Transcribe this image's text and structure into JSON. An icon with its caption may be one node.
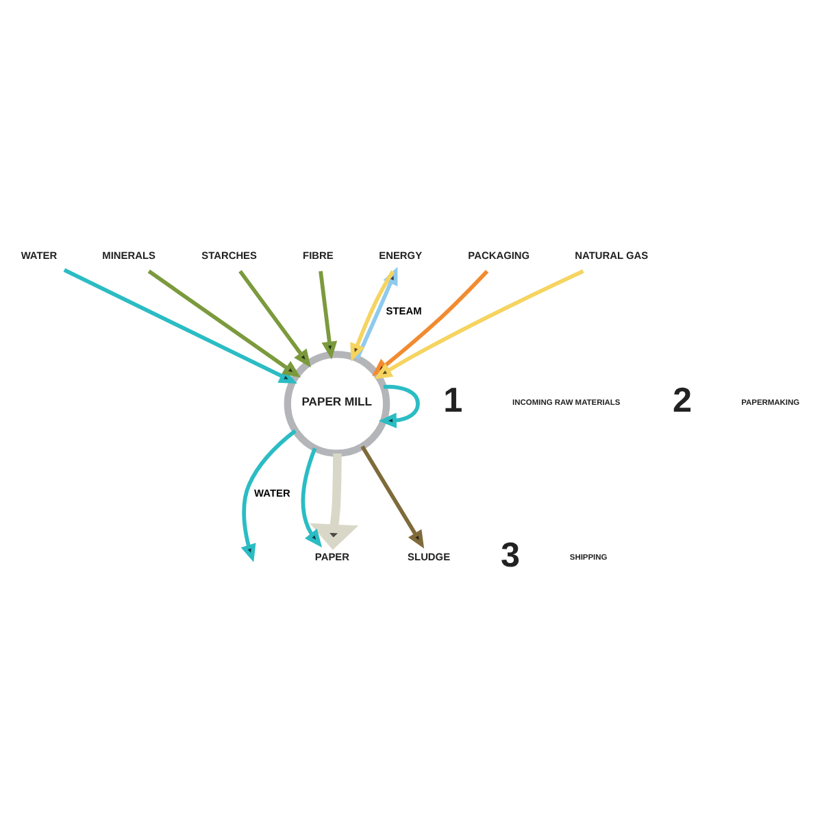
{
  "diagram": {
    "nodes": [
      {
        "text": [
          "WATER"
        ]
      },
      {
        "text": [
          "MINERALS"
        ]
      },
      {
        "text": [
          "STARCHES"
        ]
      },
      {
        "text": [
          "FIBRE"
        ]
      },
      {
        "text": [
          "PAPER MILL"
        ]
      },
      {
        "text": [
          "PACKAGING"
        ]
      },
      {
        "text": [
          "NATURAL GAS"
        ]
      },
      {
        "text": [
          "ENERGY"
        ]
      },
      {
        "text": [
          "PAPER"
        ]
      },
      {
        "text": [
          "SLUDGE"
        ]
      }
    ],
    "edges": [
      {
        "from": 0,
        "to": 4,
        "arrow": "to"
      },
      {
        "from": 1,
        "to": 4,
        "arrow": "to",
        "color": "#7b9a3d"
      },
      {
        "from": 2,
        "to": 4,
        "arrow": "to",
        "color": "#7b9a3d"
      },
      {
        "from": 3,
        "to": 4,
        "arrow": "to",
        "color": "#7b9a3d"
      },
      {
        "from": 5,
        "to": 4,
        "arrow": "to",
        "color": "#f28b30"
      },
      {
        "from": 6,
        "to": 4,
        "arrow": "to",
        "color": "#f5d460"
      },
      {
        "from": 7,
        "to": 4,
        "arrow": "to",
        "color": "#f5d460"
      },
      {
        "from": 4,
        "to": 7,
        "arrow": "to",
        "label": "STEAM",
        "color": "#8fcaee"
      },
      {
        "from": 4,
        "to": 8,
        "arrow": "to",
        "style": "thick",
        "color": "#d9d8c8"
      },
      {
        "from": 4,
        "to": 9,
        "arrow": "to",
        "color": "#7f6b3a"
      },
      {
        "from": 4,
        "to": null,
        "arrow": "to",
        "label": "WATER"
      },
      {
        "from": 4,
        "to": 4,
        "arrow": "to"
      },
      {
        "from": 4,
        "to": 8,
        "arrow": "to"
      }
    ],
    "labels": [
      "1",
      "INCOMING RAW MATERIALS",
      "2",
      "PAPERMAKING",
      "3",
      "SHIPPING"
    ]
  }
}
